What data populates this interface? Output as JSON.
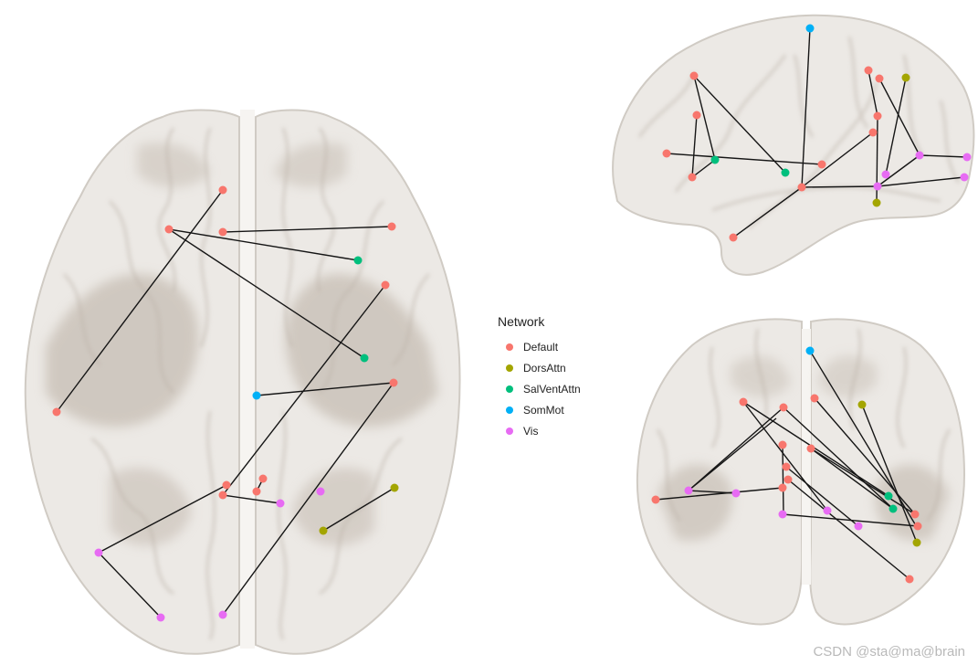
{
  "legend": {
    "title": "Network",
    "items": [
      {
        "label": "Default",
        "color": "#f8766d"
      },
      {
        "label": "DorsAttn",
        "color": "#a3a500"
      },
      {
        "label": "SalVentAttn",
        "color": "#00bf7d"
      },
      {
        "label": "SomMot",
        "color": "#00b0f6"
      },
      {
        "label": "Vis",
        "color": "#e76bf3"
      }
    ]
  },
  "watermark": "CSDN @sta@ma@brain",
  "colors": {
    "brain_fill": "#e9e6e2",
    "brain_shade": "#b9aea2",
    "edge": "#151515"
  }
}
